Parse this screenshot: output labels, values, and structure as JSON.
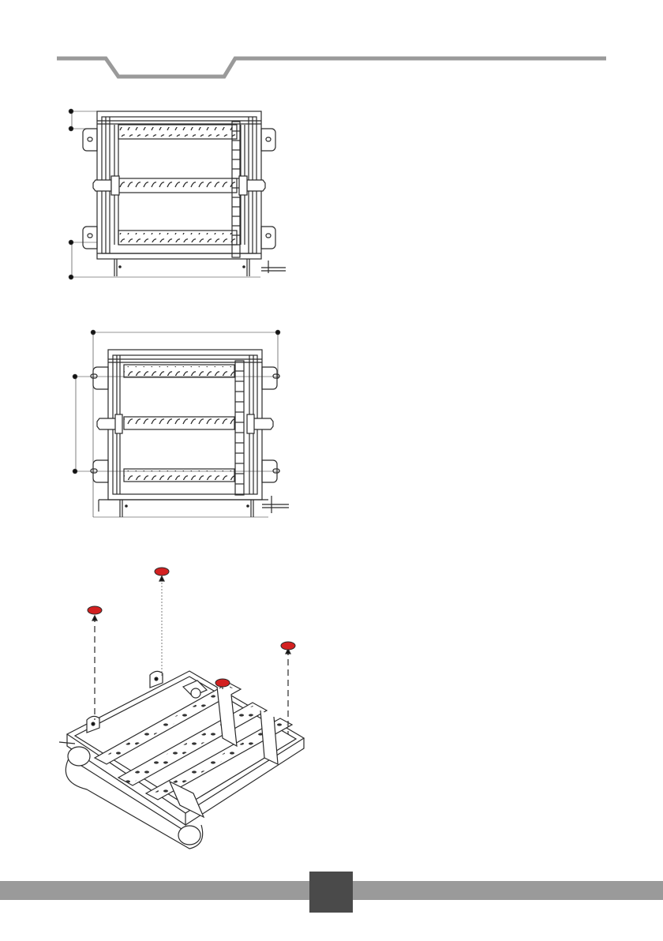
{
  "page": {
    "page_number": "",
    "colors": {
      "header_rule": "#9a9a9a",
      "footer_bar": "#9a9a9a",
      "footer_tab": "#4a4a4a",
      "line_art": "#2a2a2a",
      "cap_red": "#d32020"
    }
  },
  "figures": {
    "front_view": {
      "icon": "rack-frame-front-dimension-drawing"
    },
    "rear_view": {
      "icon": "rack-frame-rear-dimension-drawing"
    },
    "iso_view": {
      "icon": "rack-frame-isometric-cap-removal-drawing"
    }
  }
}
